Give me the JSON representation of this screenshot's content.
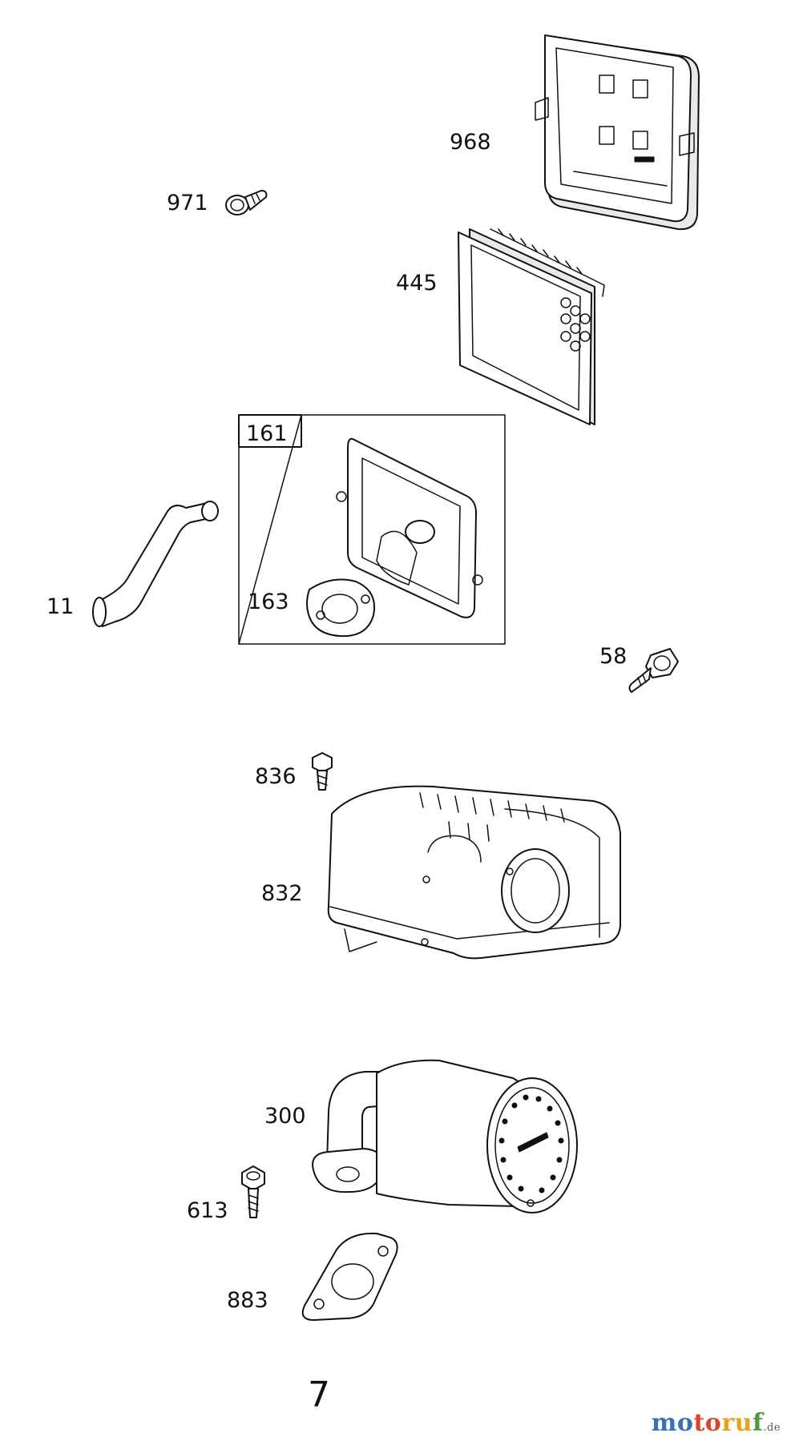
{
  "parts": [
    {
      "id": "968",
      "label": "968",
      "name": "air-cleaner-cover"
    },
    {
      "id": "971",
      "label": "971",
      "name": "cover-knob-screw"
    },
    {
      "id": "445",
      "label": "445",
      "name": "air-filter-cartridge"
    },
    {
      "id": "161",
      "label": "161",
      "name": "air-cleaner-base-kit"
    },
    {
      "id": "163",
      "label": "163",
      "name": "base-gasket"
    },
    {
      "id": "11",
      "label": "11",
      "name": "breather-tube"
    },
    {
      "id": "58",
      "label": "58",
      "name": "base-screw"
    },
    {
      "id": "836",
      "label": "836",
      "name": "guard-screw"
    },
    {
      "id": "832",
      "label": "832",
      "name": "muffler-guard"
    },
    {
      "id": "300",
      "label": "300",
      "name": "muffler"
    },
    {
      "id": "613",
      "label": "613",
      "name": "muffler-screw"
    },
    {
      "id": "883",
      "label": "883",
      "name": "exhaust-gasket"
    }
  ],
  "page_number": "7",
  "watermark": {
    "part1": "mo",
    "part2": "to",
    "part3": "ru",
    "part4": "f",
    "suffix": ".de"
  }
}
